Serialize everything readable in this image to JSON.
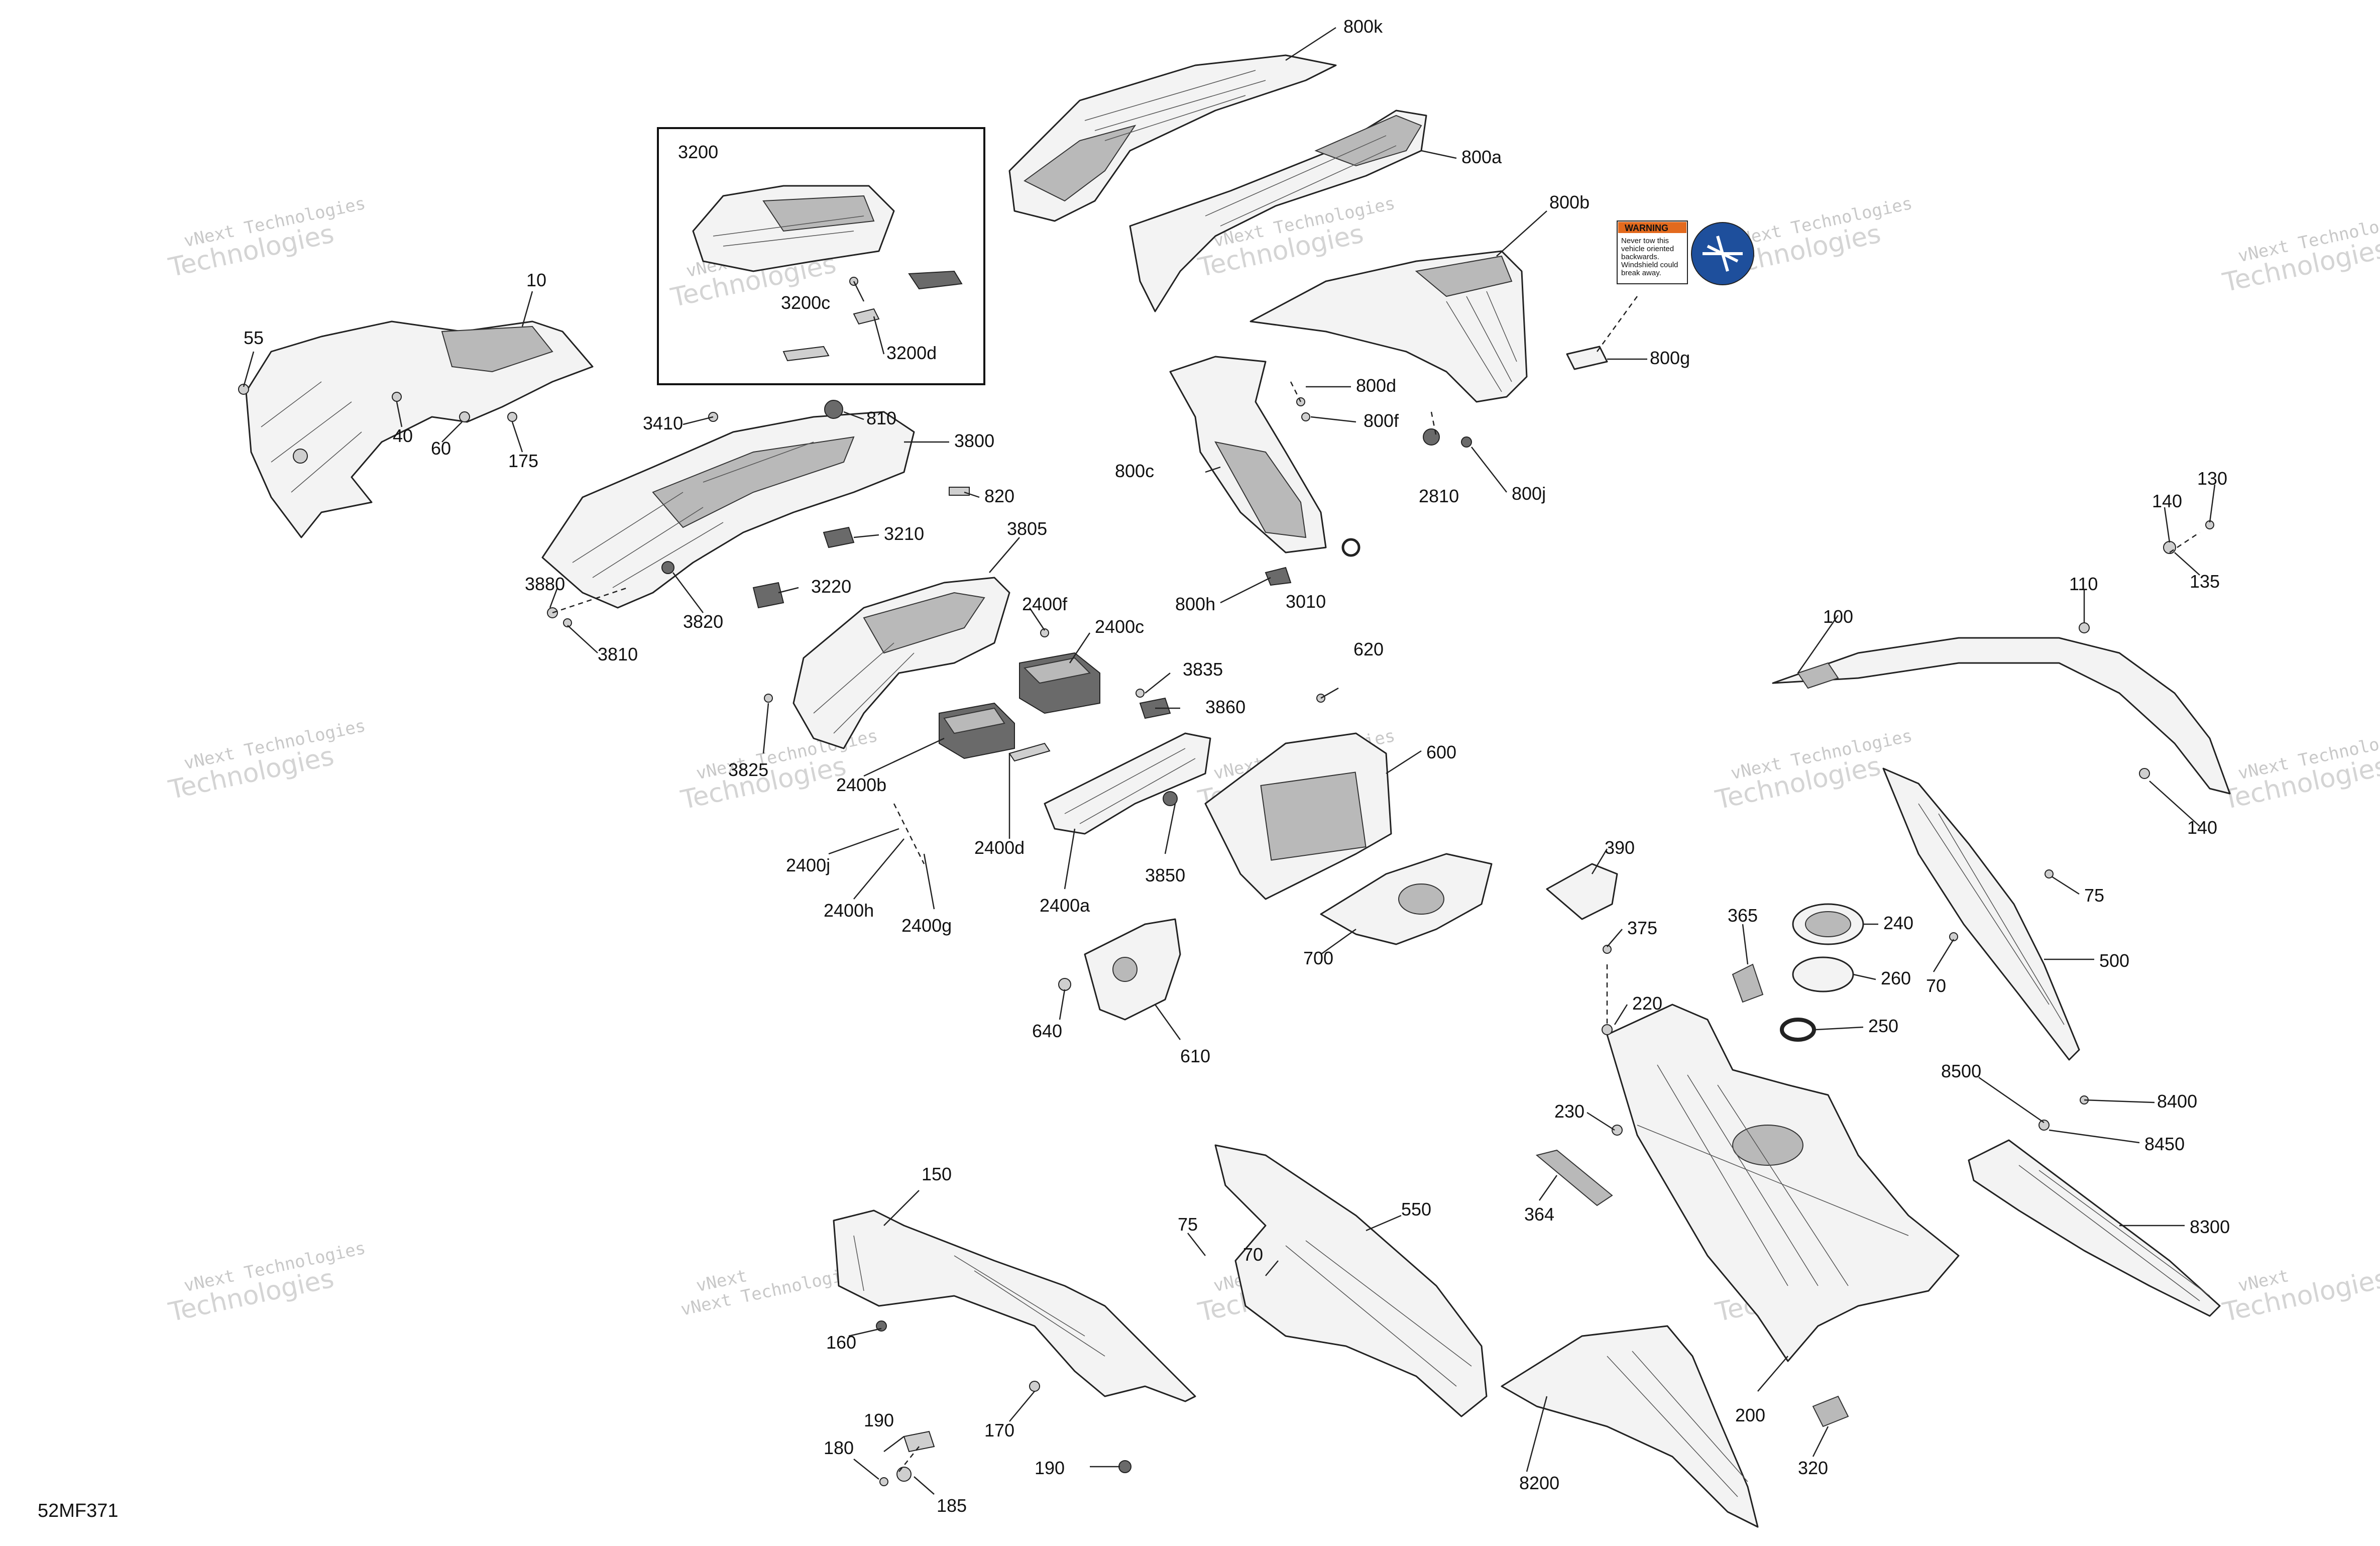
{
  "diagram_code": "52MF371",
  "inset_box": {
    "title": "3200"
  },
  "warning_label": {
    "heading": "WARNING",
    "lines": [
      "Never tow this",
      "vehicle oriented",
      "backwards.",
      "Windshield could",
      "break away."
    ]
  },
  "watermark": {
    "line1": "vNext Technologies",
    "line2": "Technologies",
    "alt1": "vNext",
    "alt2": "Technologies"
  },
  "callouts": {
    "c800k": "800k",
    "c800a": "800a",
    "c800b": "800b",
    "c800c": "800c",
    "c800d": "800d",
    "c800f": "800f",
    "c800g": "800g",
    "c800h": "800h",
    "c800j": "800j",
    "c3200": "3200",
    "c3200c": "3200c",
    "c3200d": "3200d",
    "c10": "10",
    "c55": "55",
    "c40": "40",
    "c60": "60",
    "c175": "175",
    "c3410": "3410",
    "c810": "810",
    "c3800": "3800",
    "c820": "820",
    "c3210": "3210",
    "c3805": "3805",
    "c3880": "3880",
    "c3820": "3820",
    "c3220": "3220",
    "c3810": "3810",
    "c2400f": "2400f",
    "c2400c": "2400c",
    "c2400b": "2400b",
    "c2400d": "2400d",
    "c2400a": "2400a",
    "c2400j": "2400j",
    "c2400h": "2400h",
    "c2400g": "2400g",
    "c3825": "3825",
    "c3835": "3835",
    "c3860": "3860",
    "c3850": "3850",
    "c2810": "2810",
    "c3010": "3010",
    "c620": "620",
    "c600": "600",
    "c700": "700",
    "c640": "640",
    "c610": "610",
    "c390": "390",
    "c375": "375",
    "c365": "365",
    "c240": "240",
    "c260": "260",
    "c250": "250",
    "c220": "220",
    "c230": "230",
    "c364": "364",
    "c200": "200",
    "c320": "320",
    "c8200": "8200",
    "c100": "100",
    "c110": "110",
    "c130": "130",
    "c140a": "140",
    "c135": "135",
    "c140b": "140",
    "c75a": "75",
    "c70a": "70",
    "c500": "500",
    "c8500": "8500",
    "c8400": "8400",
    "c8450": "8450",
    "c8300": "8300",
    "c150": "150",
    "c160": "160",
    "c170": "170",
    "c190a": "190",
    "c180": "180",
    "c185": "185",
    "c190b": "190",
    "c75b": "75",
    "c70b": "70",
    "c550": "550"
  }
}
